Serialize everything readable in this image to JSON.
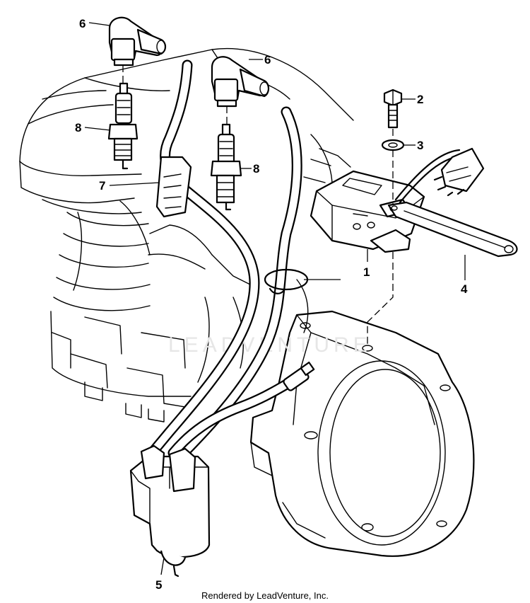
{
  "diagram": {
    "callouts": {
      "p1": "1",
      "p2": "2",
      "p3": "3",
      "p4": "4",
      "p5": "5",
      "p6a": "6",
      "p6b": "6",
      "p7": "7",
      "p8a": "8",
      "p8b": "8"
    },
    "watermark": "LEADVENTURE",
    "footer": "Rendered by LeadVenture, Inc."
  }
}
